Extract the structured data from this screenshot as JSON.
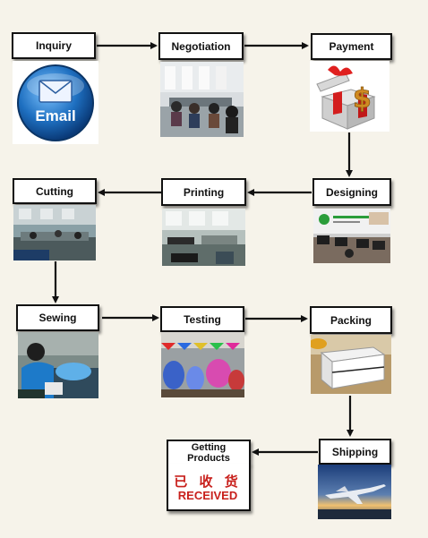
{
  "steps": {
    "inquiry": "Inquiry",
    "negotiation": "Negotiation",
    "payment": "Payment",
    "cutting": "Cutting",
    "printing": "Printing",
    "designing": "Designing",
    "sewing": "Sewing",
    "testing": "Testing",
    "packing": "Packing",
    "getting_products": "Getting Products",
    "shipping": "Shipping"
  },
  "images": {
    "email_text": "Email",
    "received_cn": "已 收 货",
    "received_en": "RECEIVED"
  },
  "colors": {
    "arrow": "#111111",
    "received_red": "#c8201c",
    "email_blue": "#1e6fc0"
  }
}
